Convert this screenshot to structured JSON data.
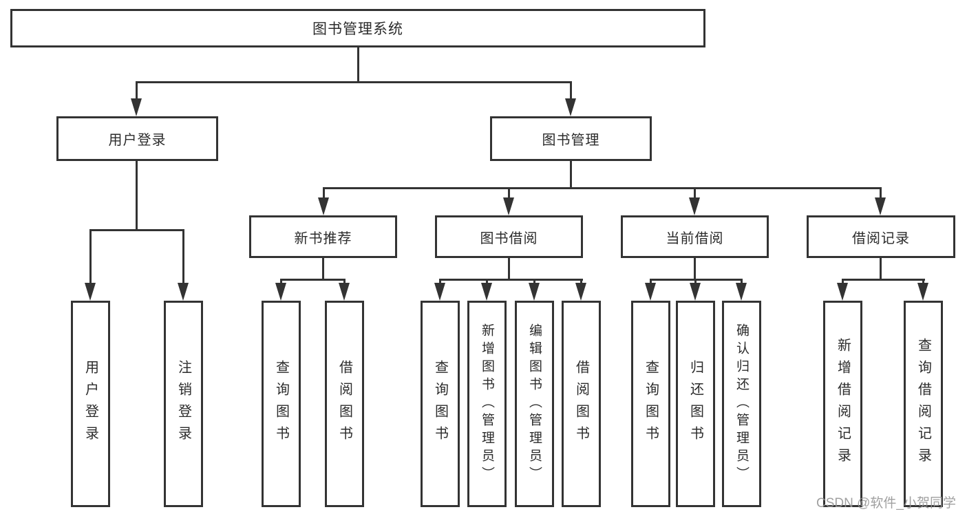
{
  "diagram_title": "图书管理系统",
  "colors": {
    "line": "#333333",
    "text": "#2b2b2b",
    "watermark": "#969696",
    "background": "#ffffff"
  },
  "watermark": {
    "text": "CSDN @软件_小贺同学"
  },
  "tree": {
    "label": "图书管理系统",
    "children": [
      {
        "label": "用户登录",
        "children": [
          {
            "label": "用户登录"
          },
          {
            "label": "注销登录"
          }
        ]
      },
      {
        "label": "图书管理",
        "children": [
          {
            "label": "新书推荐",
            "children": [
              {
                "label": "查询图书"
              },
              {
                "label": "借阅图书"
              }
            ]
          },
          {
            "label": "图书借阅",
            "children": [
              {
                "label": "查询图书"
              },
              {
                "label": "新增图书（管理员）"
              },
              {
                "label": "编辑图书（管理员）"
              },
              {
                "label": "借阅图书"
              }
            ]
          },
          {
            "label": "当前借阅",
            "children": [
              {
                "label": "查询图书"
              },
              {
                "label": "归还图书"
              },
              {
                "label": "确认归还（管理员）"
              }
            ]
          },
          {
            "label": "借阅记录",
            "children": [
              {
                "label": "新增借阅记录"
              },
              {
                "label": "查询借阅记录"
              }
            ]
          }
        ]
      }
    ]
  }
}
